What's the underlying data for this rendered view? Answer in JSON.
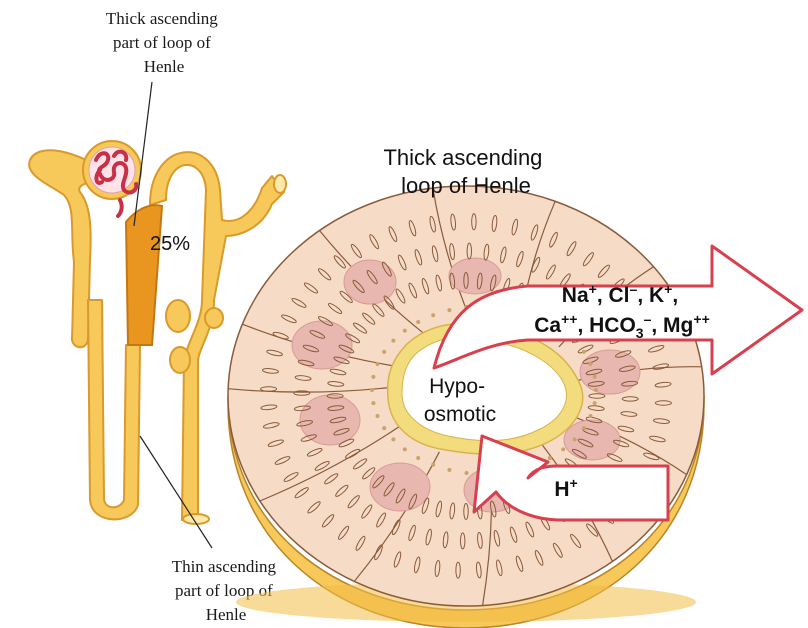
{
  "labels": {
    "top_left": [
      "Thick ascending",
      "part of loop of",
      "Henle"
    ],
    "bottom_left": [
      "Thin ascending",
      "part of loop of",
      "Henle"
    ],
    "title": [
      "Thick ascending",
      "loop of Henle"
    ],
    "percent": "25%",
    "lumen": [
      "Hypo-",
      "osmotic"
    ]
  },
  "out_arrow": {
    "line1": [
      {
        "t": "Na"
      },
      {
        "t": "+",
        "sup": true
      },
      {
        "t": ", Cl"
      },
      {
        "t": "–",
        "sup": true
      },
      {
        "t": ", K"
      },
      {
        "t": "+",
        "sup": true
      },
      {
        "t": ","
      }
    ],
    "line2": [
      {
        "t": "Ca"
      },
      {
        "t": "++",
        "sup": true
      },
      {
        "t": ", HCO"
      },
      {
        "t": "3",
        "sub": true
      },
      {
        "t": "–",
        "sup": true
      },
      {
        "t": ", Mg"
      },
      {
        "t": "++",
        "sup": true
      }
    ]
  },
  "in_arrow": {
    "line1": [
      {
        "t": "H"
      },
      {
        "t": "+",
        "sup": true
      }
    ]
  },
  "colors": {
    "tubule": "#f7c85a",
    "tubule_edge": "#d99a2b",
    "thick_segment": "#e8961f",
    "glomerulus": "#c8304a",
    "cell": "#f6dcc6",
    "nucleus": "#e8b8b0",
    "arrow_edge": "#d7404e",
    "lumen_fringe": "#f3dc7e"
  }
}
